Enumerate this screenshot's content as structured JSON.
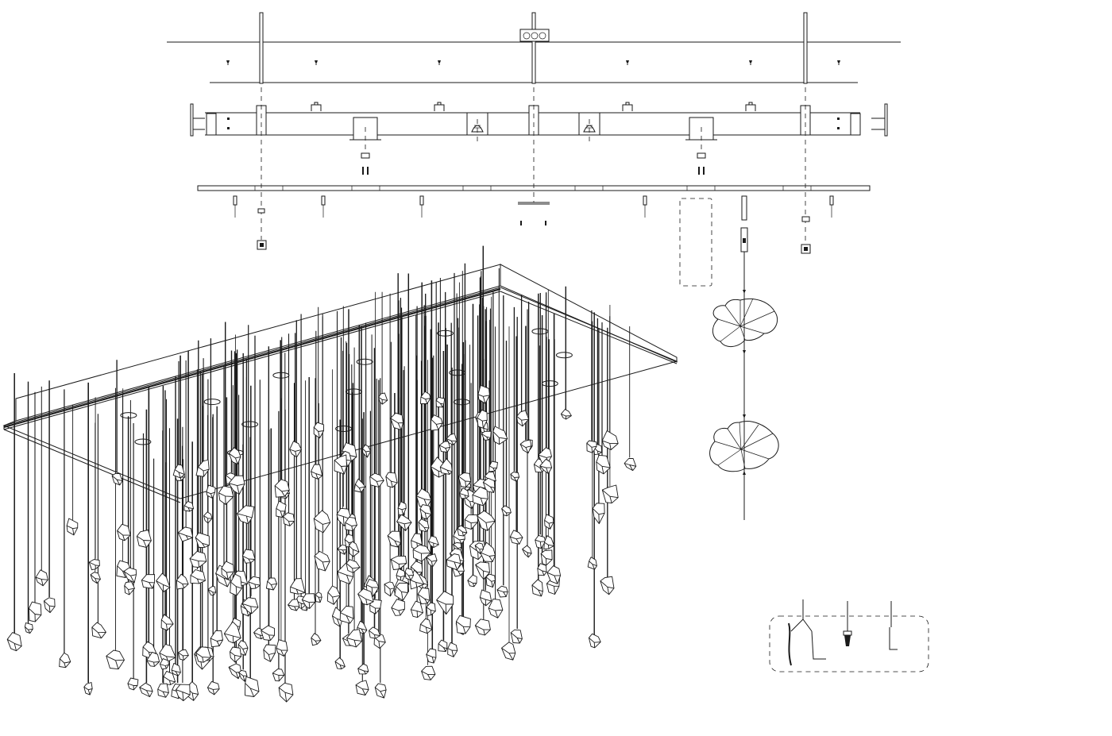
{
  "drawing": {
    "kind": "technical-drawing",
    "subject": "crystal-chandelier-exploded-view",
    "line_color": "#1a1a1a",
    "background": "#ffffff",
    "views": [
      "exploded-mounting-assembly",
      "isometric-chandelier",
      "pendant-detail",
      "accessory-detail"
    ]
  },
  "icons": {
    "crystal": "crystal-icon",
    "halogen_lamp": "lamp-icon",
    "junction_box": "junction-box-icon",
    "screw": "screw-icon"
  }
}
